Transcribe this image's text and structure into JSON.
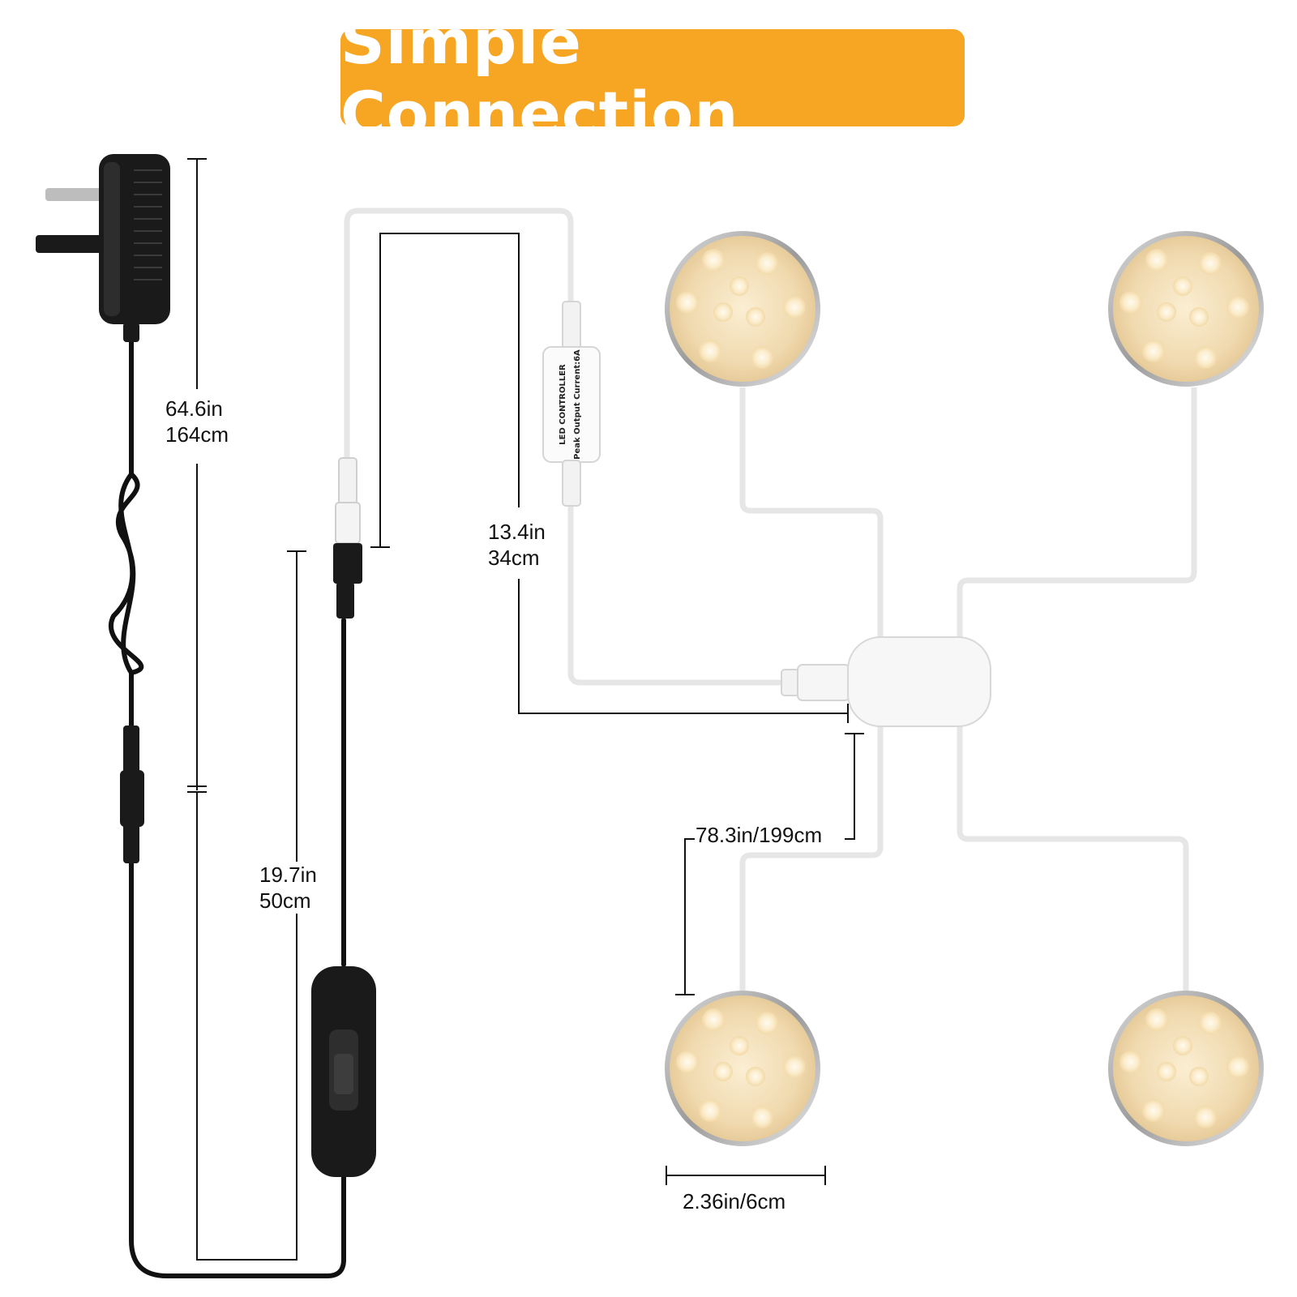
{
  "title": "Simple Connection",
  "dimensions": {
    "adapter_cable": {
      "in": "64.6in",
      "cm": "164cm"
    },
    "switch_cable": {
      "in": "19.7in",
      "cm": "50cm"
    },
    "controller_cable": {
      "in": "13.4in",
      "cm": "34cm"
    },
    "light_cable": "78.3in/199cm",
    "light_diameter": "2.36in/6cm"
  },
  "controller": {
    "line1": "LED CONTROLLER",
    "line2": "Peak Output Current:6A"
  },
  "colors": {
    "banner": "#f6a623",
    "cable_black": "#111111",
    "cable_white": "#f2f2f2",
    "light_glow": "#f3dfb9"
  }
}
